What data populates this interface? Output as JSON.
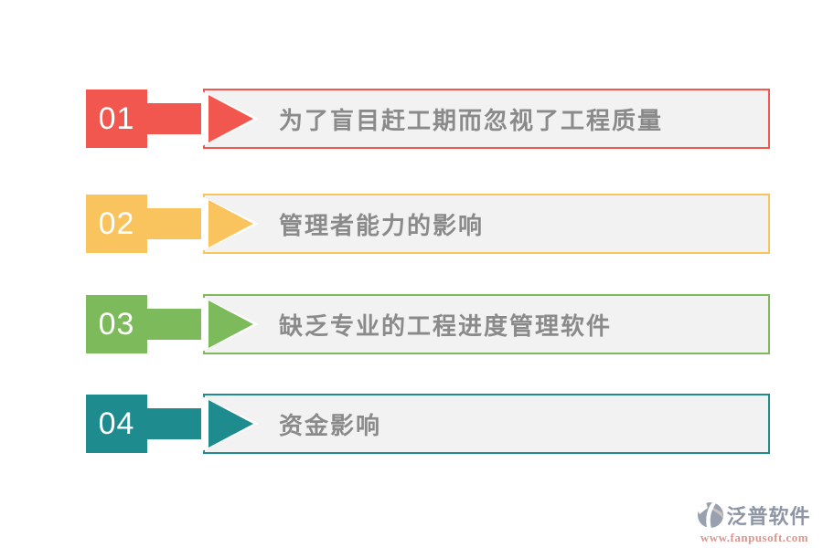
{
  "page": {
    "background": "#ffffff",
    "bar_fill": "#F2F2F2",
    "bar_text_color": "#8A8A8A"
  },
  "items": [
    {
      "number": "01",
      "label": "为了盲目赶工期而忽视了工程质量",
      "color": "#F1574E"
    },
    {
      "number": "02",
      "label": "管理者能力的影响",
      "color": "#F9C45E"
    },
    {
      "number": "03",
      "label": "缺乏专业的工程进度管理软件",
      "color": "#7DBA5B"
    },
    {
      "number": "04",
      "label": "资金影响",
      "color": "#1E8C8E"
    }
  ],
  "logo": {
    "name": "泛普软件",
    "url": "www.fanpusoft.com",
    "name_color": "#8E95A5",
    "url_color": "#DA968E",
    "icon_dark": "#99A0B0",
    "icon_light": "#C9C4BE"
  }
}
